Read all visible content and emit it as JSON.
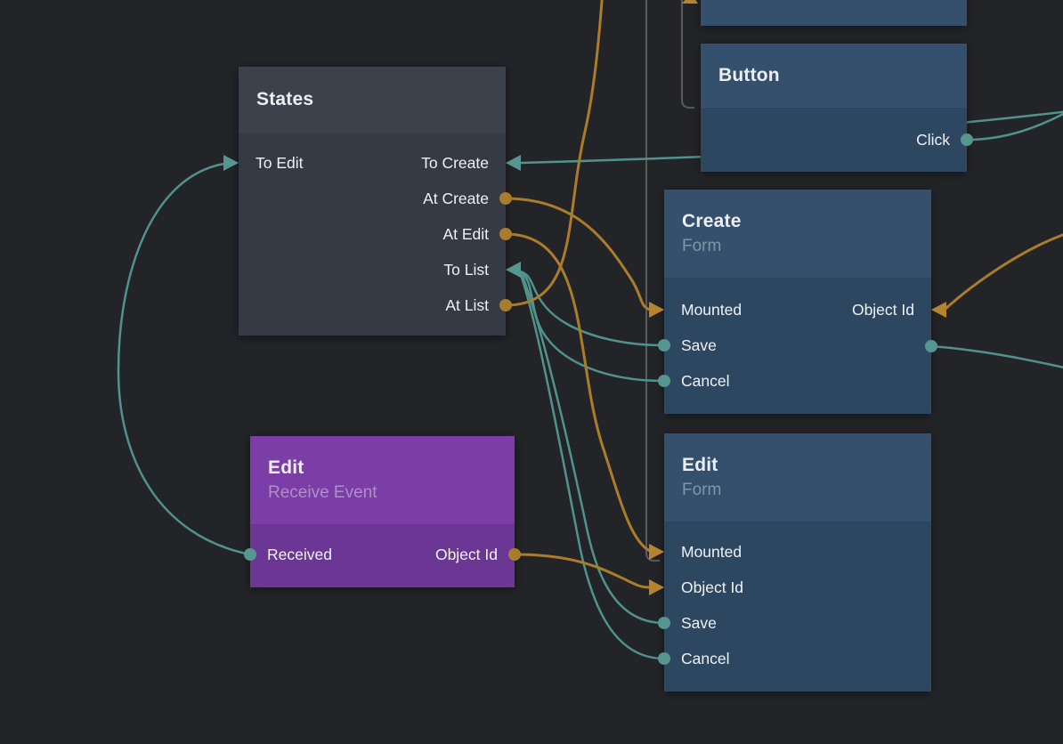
{
  "canvas": {
    "background": "#232428"
  },
  "colors": {
    "signal_wire": "#4f938c",
    "data_wire": "#ab7d2b",
    "muted_wire": "#5a5a5a",
    "blue_node_header": "#35506c",
    "blue_node_body": "#2e4761",
    "gray_node_header": "#3c414c",
    "gray_node_body": "#353a44",
    "purple_node_header": "#7a3ea6",
    "purple_node_body": "#6c3695"
  },
  "nodes": {
    "states": {
      "title": "States",
      "ports": {
        "to_edit": "To Edit",
        "to_create": "To Create",
        "at_create": "At Create",
        "at_edit": "At Edit",
        "to_list": "To List",
        "at_list": "At List"
      }
    },
    "button": {
      "title": "Button",
      "ports": {
        "click": "Click"
      }
    },
    "create_form": {
      "title": "Create",
      "subtitle": "Form",
      "ports": {
        "mounted": "Mounted",
        "save": "Save",
        "cancel": "Cancel",
        "object_id": "Object Id"
      }
    },
    "edit_form": {
      "title": "Edit",
      "subtitle": "Form",
      "ports": {
        "mounted": "Mounted",
        "object_id": "Object Id",
        "save": "Save",
        "cancel": "Cancel"
      }
    },
    "edit_receive_event": {
      "title": "Edit",
      "subtitle": "Receive Event",
      "ports": {
        "received": "Received",
        "object_id": "Object Id"
      }
    }
  },
  "connections": [
    {
      "from": "button.click",
      "to": "states.to_create",
      "type": "signal"
    },
    {
      "from": "button.click",
      "to": "offscreen-right",
      "type": "signal"
    },
    {
      "from": "button.click",
      "to": "offscreen-right",
      "type": "signal"
    },
    {
      "from": "create_form.save",
      "to": "states.to_list",
      "type": "signal"
    },
    {
      "from": "create_form.cancel",
      "to": "states.to_list",
      "type": "signal"
    },
    {
      "from": "edit_form.save",
      "to": "states.to_list",
      "type": "signal"
    },
    {
      "from": "edit_form.cancel",
      "to": "states.to_list",
      "type": "signal"
    },
    {
      "from": "edit_receive_event.received",
      "to": "states.to_edit",
      "type": "signal"
    },
    {
      "from": "create_form.save",
      "to": "offscreen-right",
      "type": "signal"
    },
    {
      "from": "states.at_create",
      "to": "create_form.mounted",
      "type": "data"
    },
    {
      "from": "states.at_edit",
      "to": "edit_form.mounted",
      "type": "data"
    },
    {
      "from": "states.at_list",
      "to": "offscreen-top",
      "type": "data"
    },
    {
      "from": "edit_receive_event.object_id",
      "to": "edit_form.object_id",
      "type": "data"
    },
    {
      "from": "offscreen-right",
      "to": "create_form.object_id",
      "type": "data"
    },
    {
      "from": "offscreen-top",
      "to": "edit_form",
      "type": "muted"
    },
    {
      "from": "offscreen-top",
      "to": "button",
      "type": "muted"
    }
  ]
}
